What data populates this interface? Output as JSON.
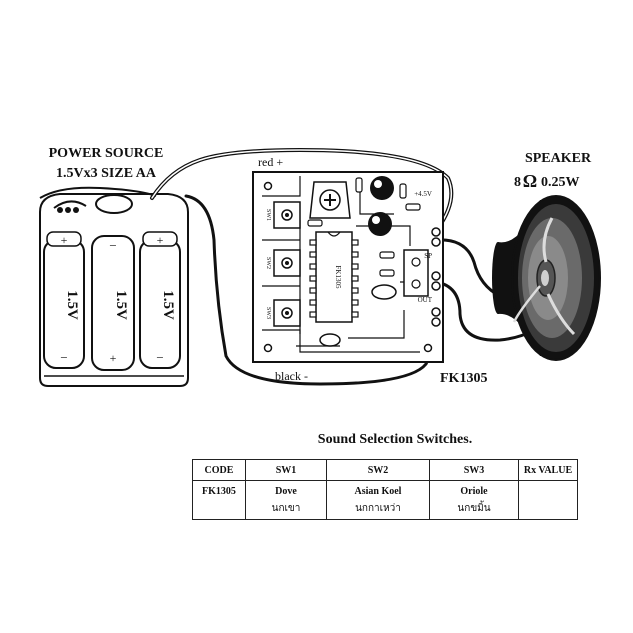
{
  "labels": {
    "power_source": "POWER SOURCE",
    "battery_size": "1.5Vx3 SIZE AA",
    "speaker": "SPEAKER",
    "speaker_rating_prefix": "8",
    "ohm_symbol": "Ω",
    "speaker_rating_suffix": "0.25W",
    "red_wire": "red +",
    "black_wire": "black -",
    "board_code": "FK1305",
    "battery_voltage": [
      "1.5V",
      "1.5V",
      "1.5V"
    ],
    "pcb_plus": "+4.5V",
    "pcb_sp": "SP",
    "pcb_out": "OUT",
    "pcb_sw1": "SW1",
    "pcb_sw2": "SW2",
    "pcb_sw3": "SW3",
    "pcb_ic": "FK1305"
  },
  "table": {
    "title": "Sound Selection Switches.",
    "headers": [
      "CODE",
      "SW1",
      "SW2",
      "SW3",
      "Rx VALUE"
    ],
    "row": {
      "code": "FK1305",
      "sw1": "Dove",
      "sw1_thai": "นกเขา",
      "sw2": "Asian Koel",
      "sw2_thai": "นกกาเหว่า",
      "sw3": "Oriole",
      "sw3_thai": "นกขมิ้น",
      "rx": ""
    }
  }
}
